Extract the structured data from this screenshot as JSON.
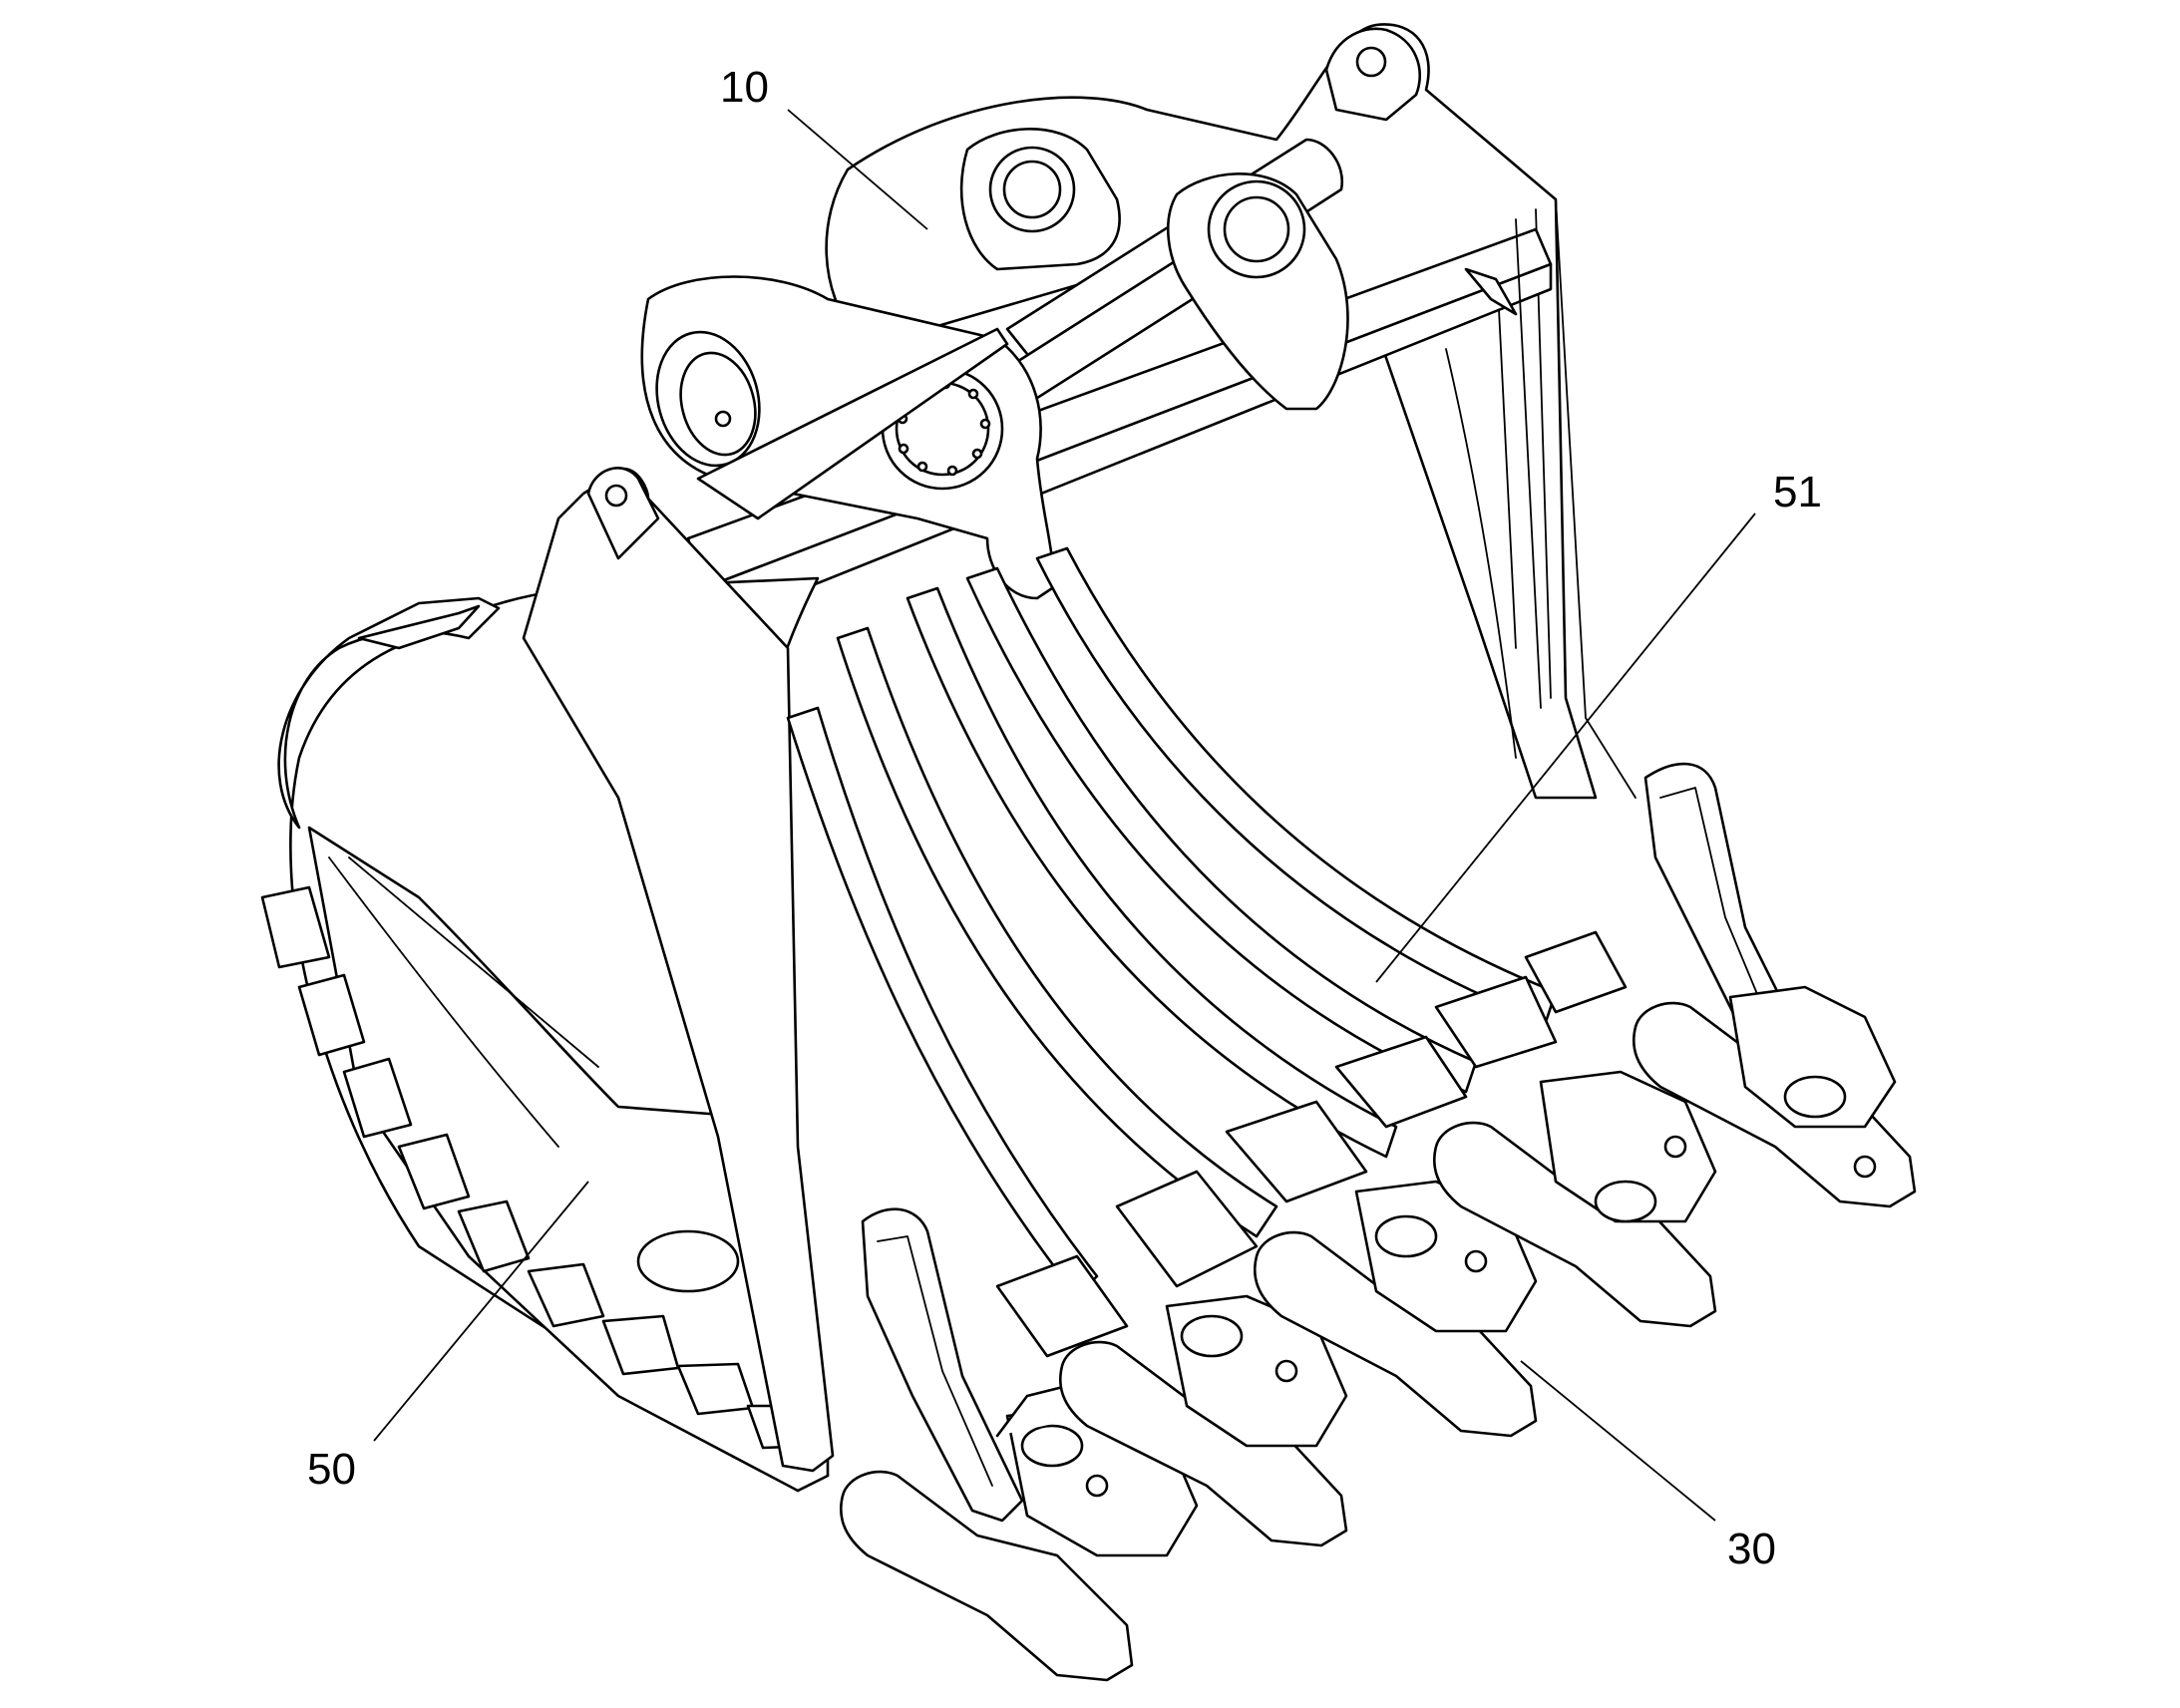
{
  "figure": {
    "labels": [
      {
        "id": "10",
        "text": "10"
      },
      {
        "id": "51",
        "text": "51"
      },
      {
        "id": "50",
        "text": "50"
      },
      {
        "id": "30",
        "text": "30"
      }
    ],
    "colors": {
      "line": "#000000",
      "background": "#ffffff"
    }
  }
}
